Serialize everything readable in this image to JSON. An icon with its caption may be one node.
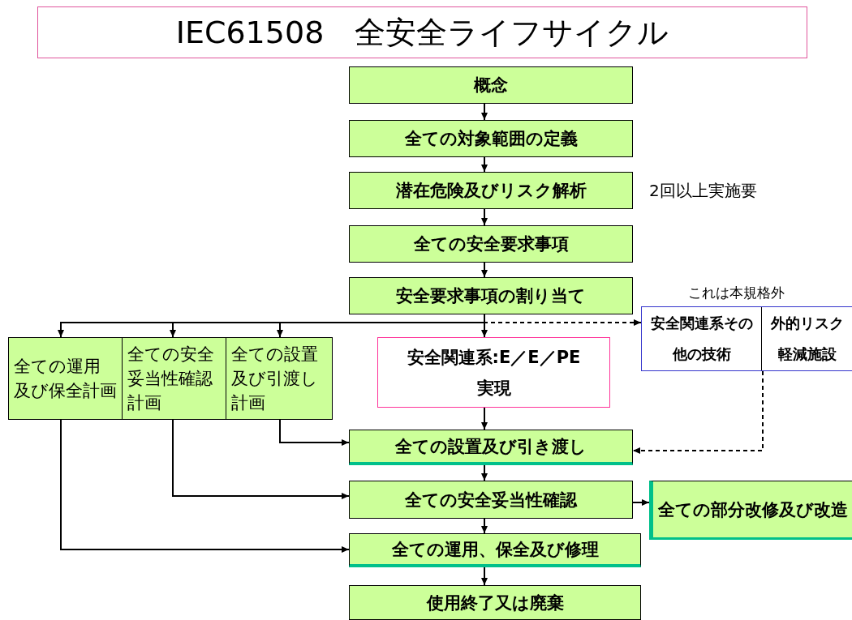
{
  "diagram": {
    "title": "IEC61508　全安全ライフサイクル",
    "nodes": [
      {
        "text": [
          "概念"
        ]
      },
      {
        "text": [
          "全ての対象範囲の定義"
        ]
      },
      {
        "text": [
          "潜在危険及びリスク解析"
        ],
        "beside": [
          "2回以上実施要"
        ]
      },
      {
        "text": [
          "全ての安全要求事項"
        ]
      },
      {
        "text": [
          "安全要求事項の割り当て"
        ]
      },
      {
        "text": [
          "全ての運用及び保全計画"
        ]
      },
      {
        "text": [
          "全ての安全妥当性確認計画"
        ]
      },
      {
        "text": [
          "全ての設置及び引渡し計画"
        ]
      },
      {
        "text": [
          "安全関連系:E／E／PE",
          "実現"
        ]
      },
      {
        "text": [
          "安全関連系その他の技術",
          "外的リスク軽減施設"
        ],
        "beside": [
          "これは本規格外"
        ]
      },
      {
        "text": [
          "全ての設置及び引き渡し"
        ]
      },
      {
        "text": [
          "全ての安全妥当性確認"
        ]
      },
      {
        "text": [
          "全ての部分改修及び改造"
        ]
      },
      {
        "text": [
          "全ての運用、保全及び修理"
        ]
      },
      {
        "text": [
          "使用終了又は廃棄"
        ]
      }
    ],
    "edges": [
      {
        "from": 0,
        "to": 1,
        "arrow": "to"
      },
      {
        "from": 1,
        "to": 2,
        "arrow": "to"
      },
      {
        "from": 2,
        "to": 3,
        "arrow": "to"
      },
      {
        "from": 3,
        "to": 4,
        "arrow": "to"
      },
      {
        "from": 4,
        "to": 8,
        "arrow": "to"
      },
      {
        "from": 4,
        "to": 5,
        "arrow": "to"
      },
      {
        "from": 4,
        "to": 6,
        "arrow": "to"
      },
      {
        "from": 4,
        "to": 7,
        "arrow": "to"
      },
      {
        "from": 4,
        "to": 9,
        "arrow": "to",
        "style": "dashed"
      },
      {
        "from": 8,
        "to": 10,
        "arrow": "to"
      },
      {
        "from": 9,
        "to": 10,
        "arrow": "to",
        "style": "dashed"
      },
      {
        "from": 7,
        "to": 10,
        "arrow": "to"
      },
      {
        "from": 10,
        "to": 11,
        "arrow": "to"
      },
      {
        "from": 6,
        "to": 11,
        "arrow": "to"
      },
      {
        "from": 11,
        "to": 12,
        "arrow": "to"
      },
      {
        "from": 11,
        "to": 13,
        "arrow": "to"
      },
      {
        "from": 5,
        "to": 13,
        "arrow": "to"
      },
      {
        "from": 13,
        "to": 14,
        "arrow": "to"
      }
    ]
  }
}
